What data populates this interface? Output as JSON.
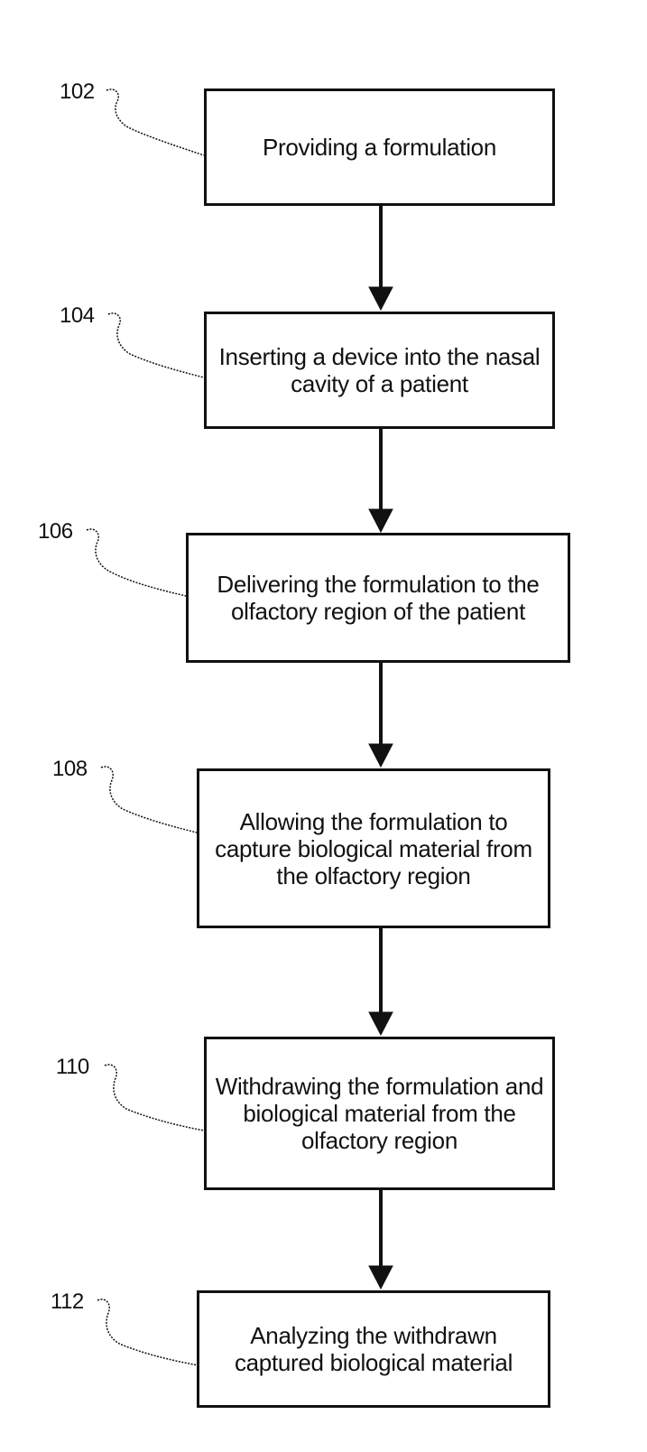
{
  "flowchart": {
    "steps": [
      {
        "ref": "102",
        "text": "Providing a formulation"
      },
      {
        "ref": "104",
        "text": "Inserting a device into the nasal cavity of a patient"
      },
      {
        "ref": "106",
        "text": "Delivering the formulation to the olfactory region of the patient"
      },
      {
        "ref": "108",
        "text": "Allowing the formulation to capture biological material from the olfactory region"
      },
      {
        "ref": "110",
        "text": "Withdrawing the formulation and biological material from the olfactory region"
      },
      {
        "ref": "112",
        "text": "Analyzing the withdrawn captured biological material"
      }
    ]
  },
  "colors": {
    "ink": "#111111",
    "background": "#ffffff"
  }
}
